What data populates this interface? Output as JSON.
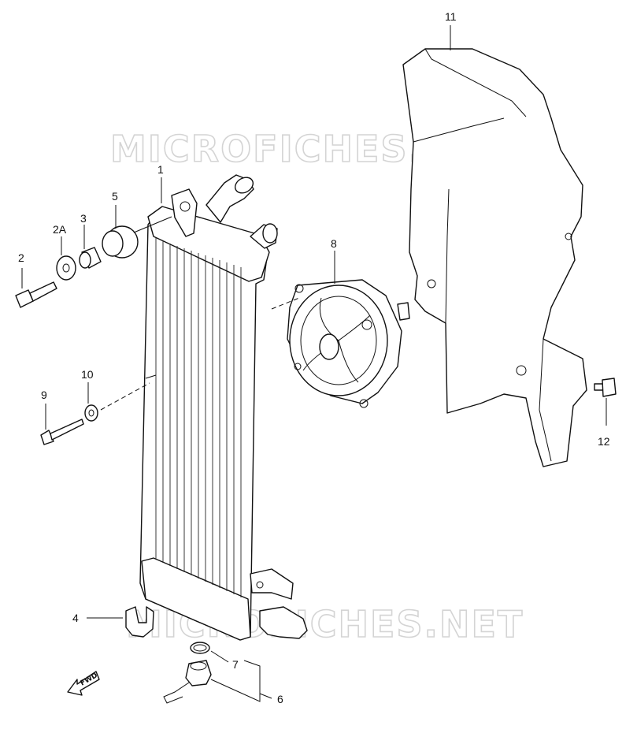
{
  "watermark": "MICROFICHES.NET",
  "fwd_label": "FWD",
  "callouts": {
    "p1": "1",
    "p2": "2",
    "p2a": "2A",
    "p3": "3",
    "p4": "4",
    "p5": "5",
    "p6": "6",
    "p7": "7",
    "p8": "8",
    "p9": "9",
    "p10": "10",
    "p11": "11",
    "p12": "12"
  }
}
